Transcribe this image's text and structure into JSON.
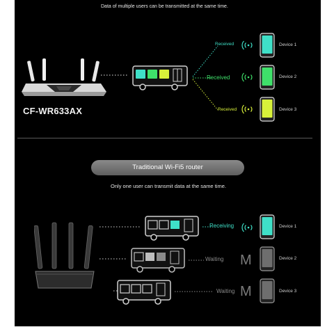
{
  "top_caption": "Data of multiple users can be transmitted at the same time.",
  "router_model": "CF-WR633AX",
  "wifi6_devices": [
    {
      "label": "Device 1",
      "status": "Received",
      "color": "#3fe0c8"
    },
    {
      "label": "Device 2",
      "status": "Received",
      "color": "#3fe06a"
    },
    {
      "label": "Device 3",
      "status": "Received",
      "color": "#d8f03a"
    }
  ],
  "wifi5_title": "Traditional Wi-Fi5 router",
  "wifi5_caption": "Only one user can transmit data at the same time.",
  "wifi5_devices": [
    {
      "label": "Device 1",
      "status": "Receiving",
      "color": "#3fe0c8"
    },
    {
      "label": "Device 2",
      "status": "Waiting",
      "color": "#8a8a8a"
    },
    {
      "label": "Device 3",
      "status": "Waiting",
      "color": "#8a8a8a"
    }
  ],
  "waiting_glyph": "M",
  "colors": {
    "background": "#000000",
    "cyan": "#3fe0c8",
    "green": "#3fe06a",
    "yellow": "#d8f03a",
    "gray": "#8a8a8a"
  }
}
